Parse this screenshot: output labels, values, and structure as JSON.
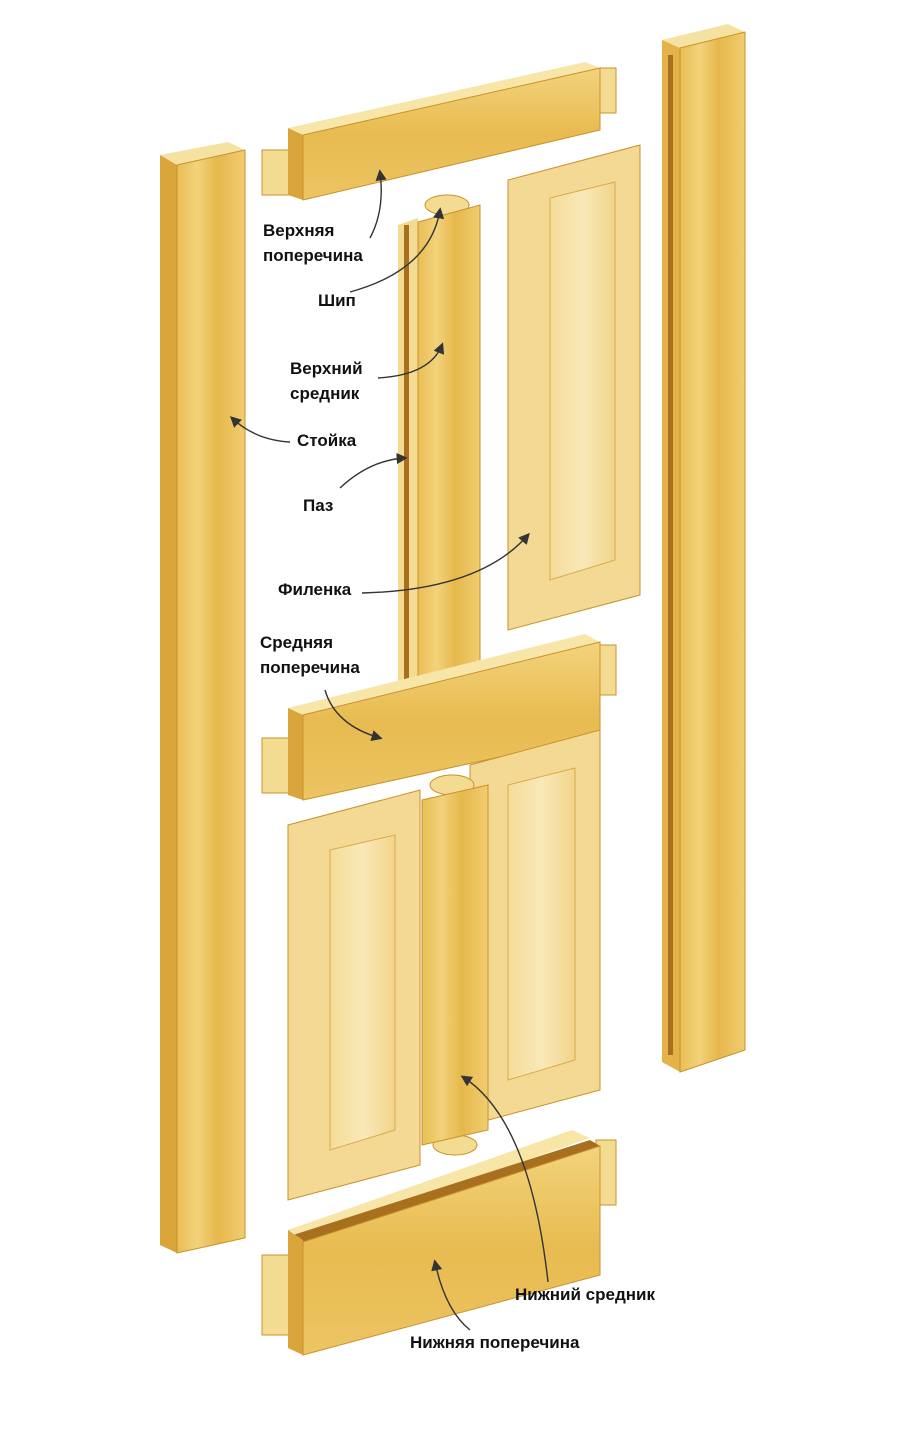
{
  "title": "Door frame and panel construction",
  "colors": {
    "wood_light": "#f3d889",
    "wood_mid": "#e8bd52",
    "wood_dark": "#c98f2a",
    "panel": "#f6e3a8",
    "arrow": "#333333"
  },
  "labels": {
    "top_rail": [
      "Верхняя",
      "поперечина"
    ],
    "tenon": "Шип",
    "upper_mullion": [
      "Верхний",
      "средник"
    ],
    "stile": "Стойка",
    "groove": "Паз",
    "panel": "Филенка",
    "middle_rail": [
      "Средняя",
      "поперечина"
    ],
    "lower_mullion": "Нижний средник",
    "bottom_rail": "Нижняя поперечина"
  }
}
